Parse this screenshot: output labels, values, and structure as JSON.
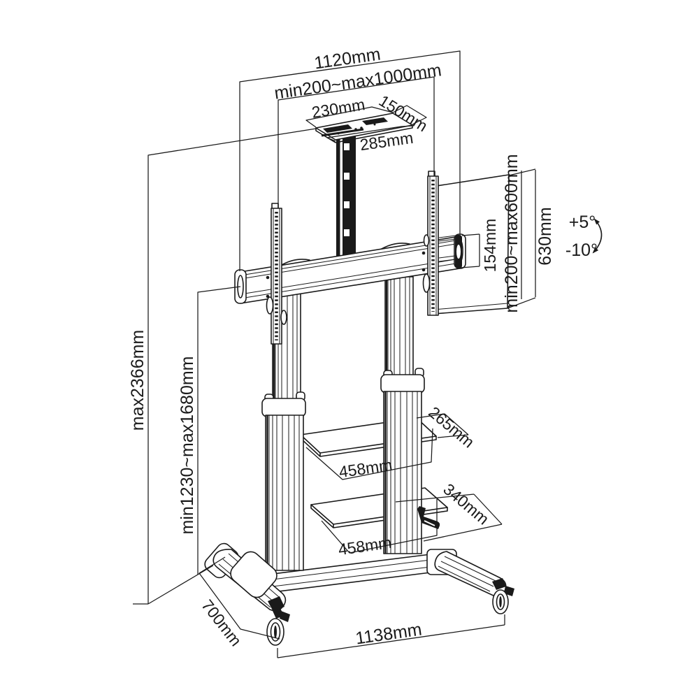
{
  "diagram": {
    "type": "technical-dimension-drawing",
    "colors": {
      "ink": "#1a1a1a",
      "background": "#ffffff"
    },
    "dimensions": {
      "overall_width": "1120mm",
      "mount_width_range": "min200~max1000mm",
      "top_plate_width": "230mm",
      "top_plate_depth": "150mm",
      "top_plate_diagonal": "285mm",
      "overall_height": "max2366mm",
      "height_range": "min1230~max1680mm",
      "mount_height_range": "min200~max600mm",
      "rail_height": "630mm",
      "bracket_height": "154mm",
      "shelf_upper_depth": "265mm",
      "shelf_upper_width": "458mm",
      "shelf_lower_depth": "340mm",
      "shelf_lower_width": "458mm",
      "base_depth": "700mm",
      "base_width": "1138mm"
    },
    "tilt": {
      "up": "+5°",
      "down": "-10°"
    }
  }
}
